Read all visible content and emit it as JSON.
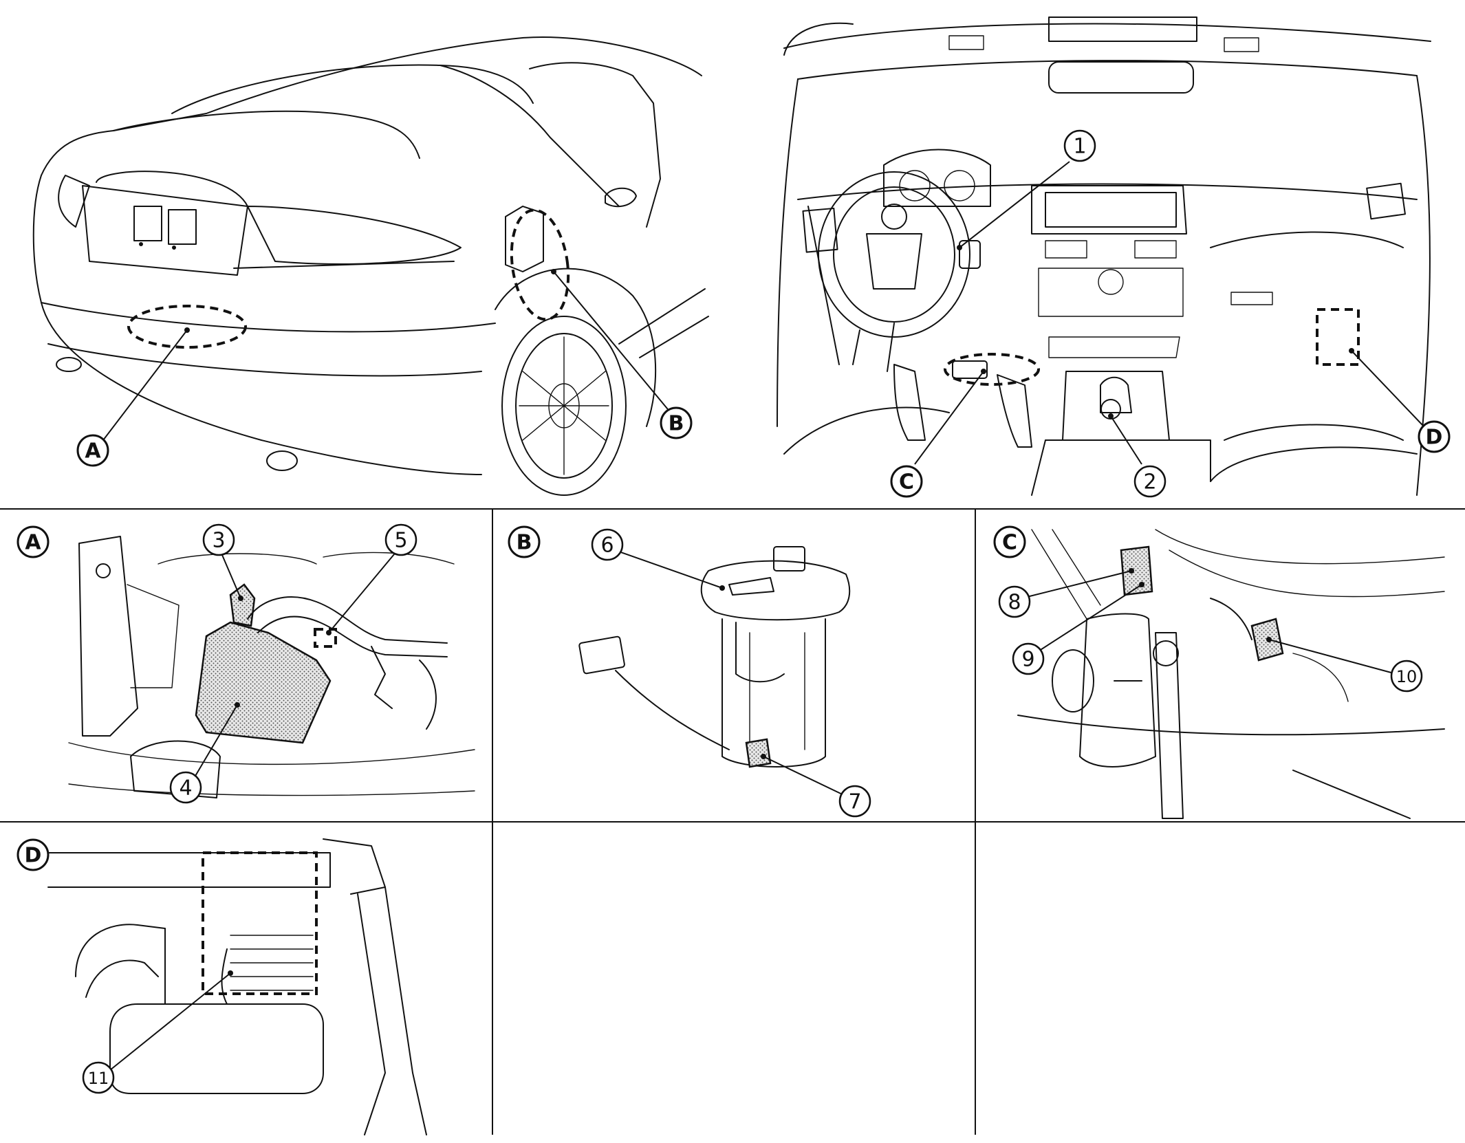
{
  "callouts": {
    "A": "A",
    "B": "B",
    "C": "C",
    "D": "D",
    "n1": "1",
    "n2": "2",
    "n3": "3",
    "n4": "4",
    "n5": "5",
    "n6": "6",
    "n7": "7",
    "n8": "8",
    "n9": "9",
    "n10": "10",
    "n11": "11"
  },
  "panels": {
    "A": {
      "tag": "A"
    },
    "B": {
      "tag": "B"
    },
    "C": {
      "tag": "C"
    },
    "D": {
      "tag": "D"
    }
  }
}
